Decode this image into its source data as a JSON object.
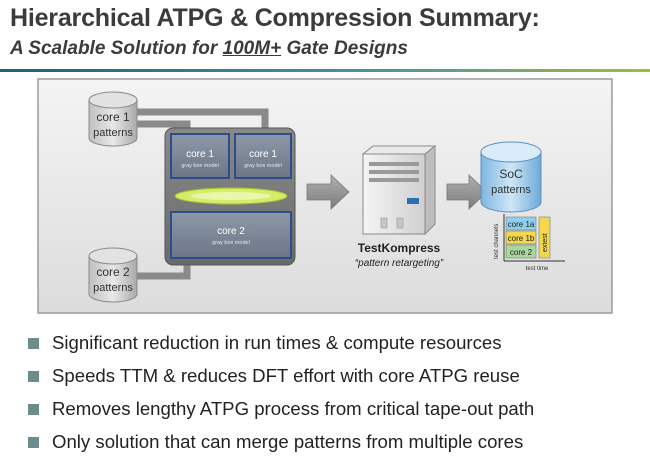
{
  "title": "Hierarchical ATPG & Compression Summary:",
  "subtitle": {
    "prefix": "A Scalable Solution for ",
    "emphasis": "100M+",
    "suffix": " Gate Designs"
  },
  "diagram": {
    "core1_patterns": [
      "core 1",
      "patterns"
    ],
    "core2_patterns": [
      "core 2",
      "patterns"
    ],
    "core1_box_label": "core 1",
    "core1_box_sub": "gray box model",
    "core2_box_label": "core 2",
    "core2_box_sub": "gray box model",
    "tool_name": "TestKompress",
    "tool_caption": "“pattern retargeting”",
    "soc_patterns": [
      "SoC",
      "patterns"
    ],
    "mini_chart": {
      "ylabel": "test channels",
      "xlabel": "test time",
      "blocks": [
        "core 1a",
        "core 1b",
        "core 2"
      ],
      "side_label": "extest",
      "colors": {
        "core1a": "#8fd0f0",
        "core1b": "#f2d84a",
        "core2": "#a8d89a",
        "extest": "#f2d84a"
      }
    }
  },
  "bullets": [
    "Significant reduction in run times & compute resources",
    "Speeds TTM & reduces DFT effort with core ATPG reuse",
    "Removes lengthy ATPG process from critical tape-out path",
    "Only solution that can merge patterns from multiple cores"
  ]
}
